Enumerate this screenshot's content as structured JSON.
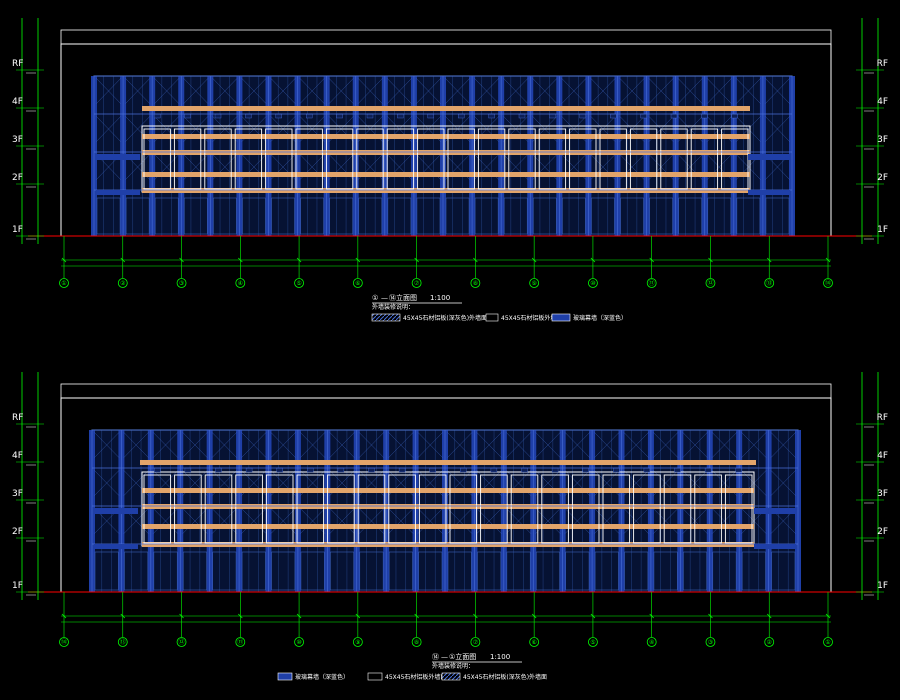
{
  "elevations": [
    {
      "id": "top",
      "axis_labels": [
        "①",
        "②",
        "③",
        "④",
        "⑤",
        "⑥",
        "⑦",
        "⑧",
        "⑨",
        "⑩",
        "⑪",
        "⑫",
        "⑬",
        "⑭"
      ],
      "caption_prefix": "①",
      "caption_mid": "—",
      "caption_suffix": "⑭立面图",
      "scale": "1:100",
      "legend_title": "外墙装修说明：",
      "legend_items": [
        {
          "swatch": "hatch",
          "text": "45X45石材铝板(深灰色)外墙面"
        },
        {
          "swatch": "outline",
          "text": "45X45石材铝板外墙面"
        },
        {
          "swatch": "blue",
          "text": "玻璃幕墙（深蓝色）"
        }
      ]
    },
    {
      "id": "bottom",
      "axis_labels": [
        "⑭",
        "⑬",
        "⑫",
        "⑪",
        "⑩",
        "⑨",
        "⑧",
        "⑦",
        "⑥",
        "⑤",
        "④",
        "③",
        "②",
        "①"
      ],
      "caption_prefix": "⑭",
      "caption_mid": "—",
      "caption_suffix": "①立面图",
      "scale": "1:100",
      "legend_title": "外墙装修说明：",
      "legend_items": [
        {
          "swatch": "blue",
          "text": "玻璃幕墙（深蓝色）"
        },
        {
          "swatch": "outline",
          "text": "45X45石材铝板外墙面"
        },
        {
          "swatch": "hatch",
          "text": "45X45石材铝板(深灰色)外墙面"
        }
      ]
    }
  ],
  "levels": [
    "RF",
    "4F",
    "3F",
    "2F",
    "1F"
  ],
  "colors": {
    "background": "#000000",
    "outline": "#ffffff",
    "curtain_wall": "#1f3fa8",
    "curtain_wall_light": "#4a6fd8",
    "spandrel": "#e2a46a",
    "axis": "#00ff00",
    "ground": "#ff0000",
    "mullion": "#6f9fd8"
  }
}
